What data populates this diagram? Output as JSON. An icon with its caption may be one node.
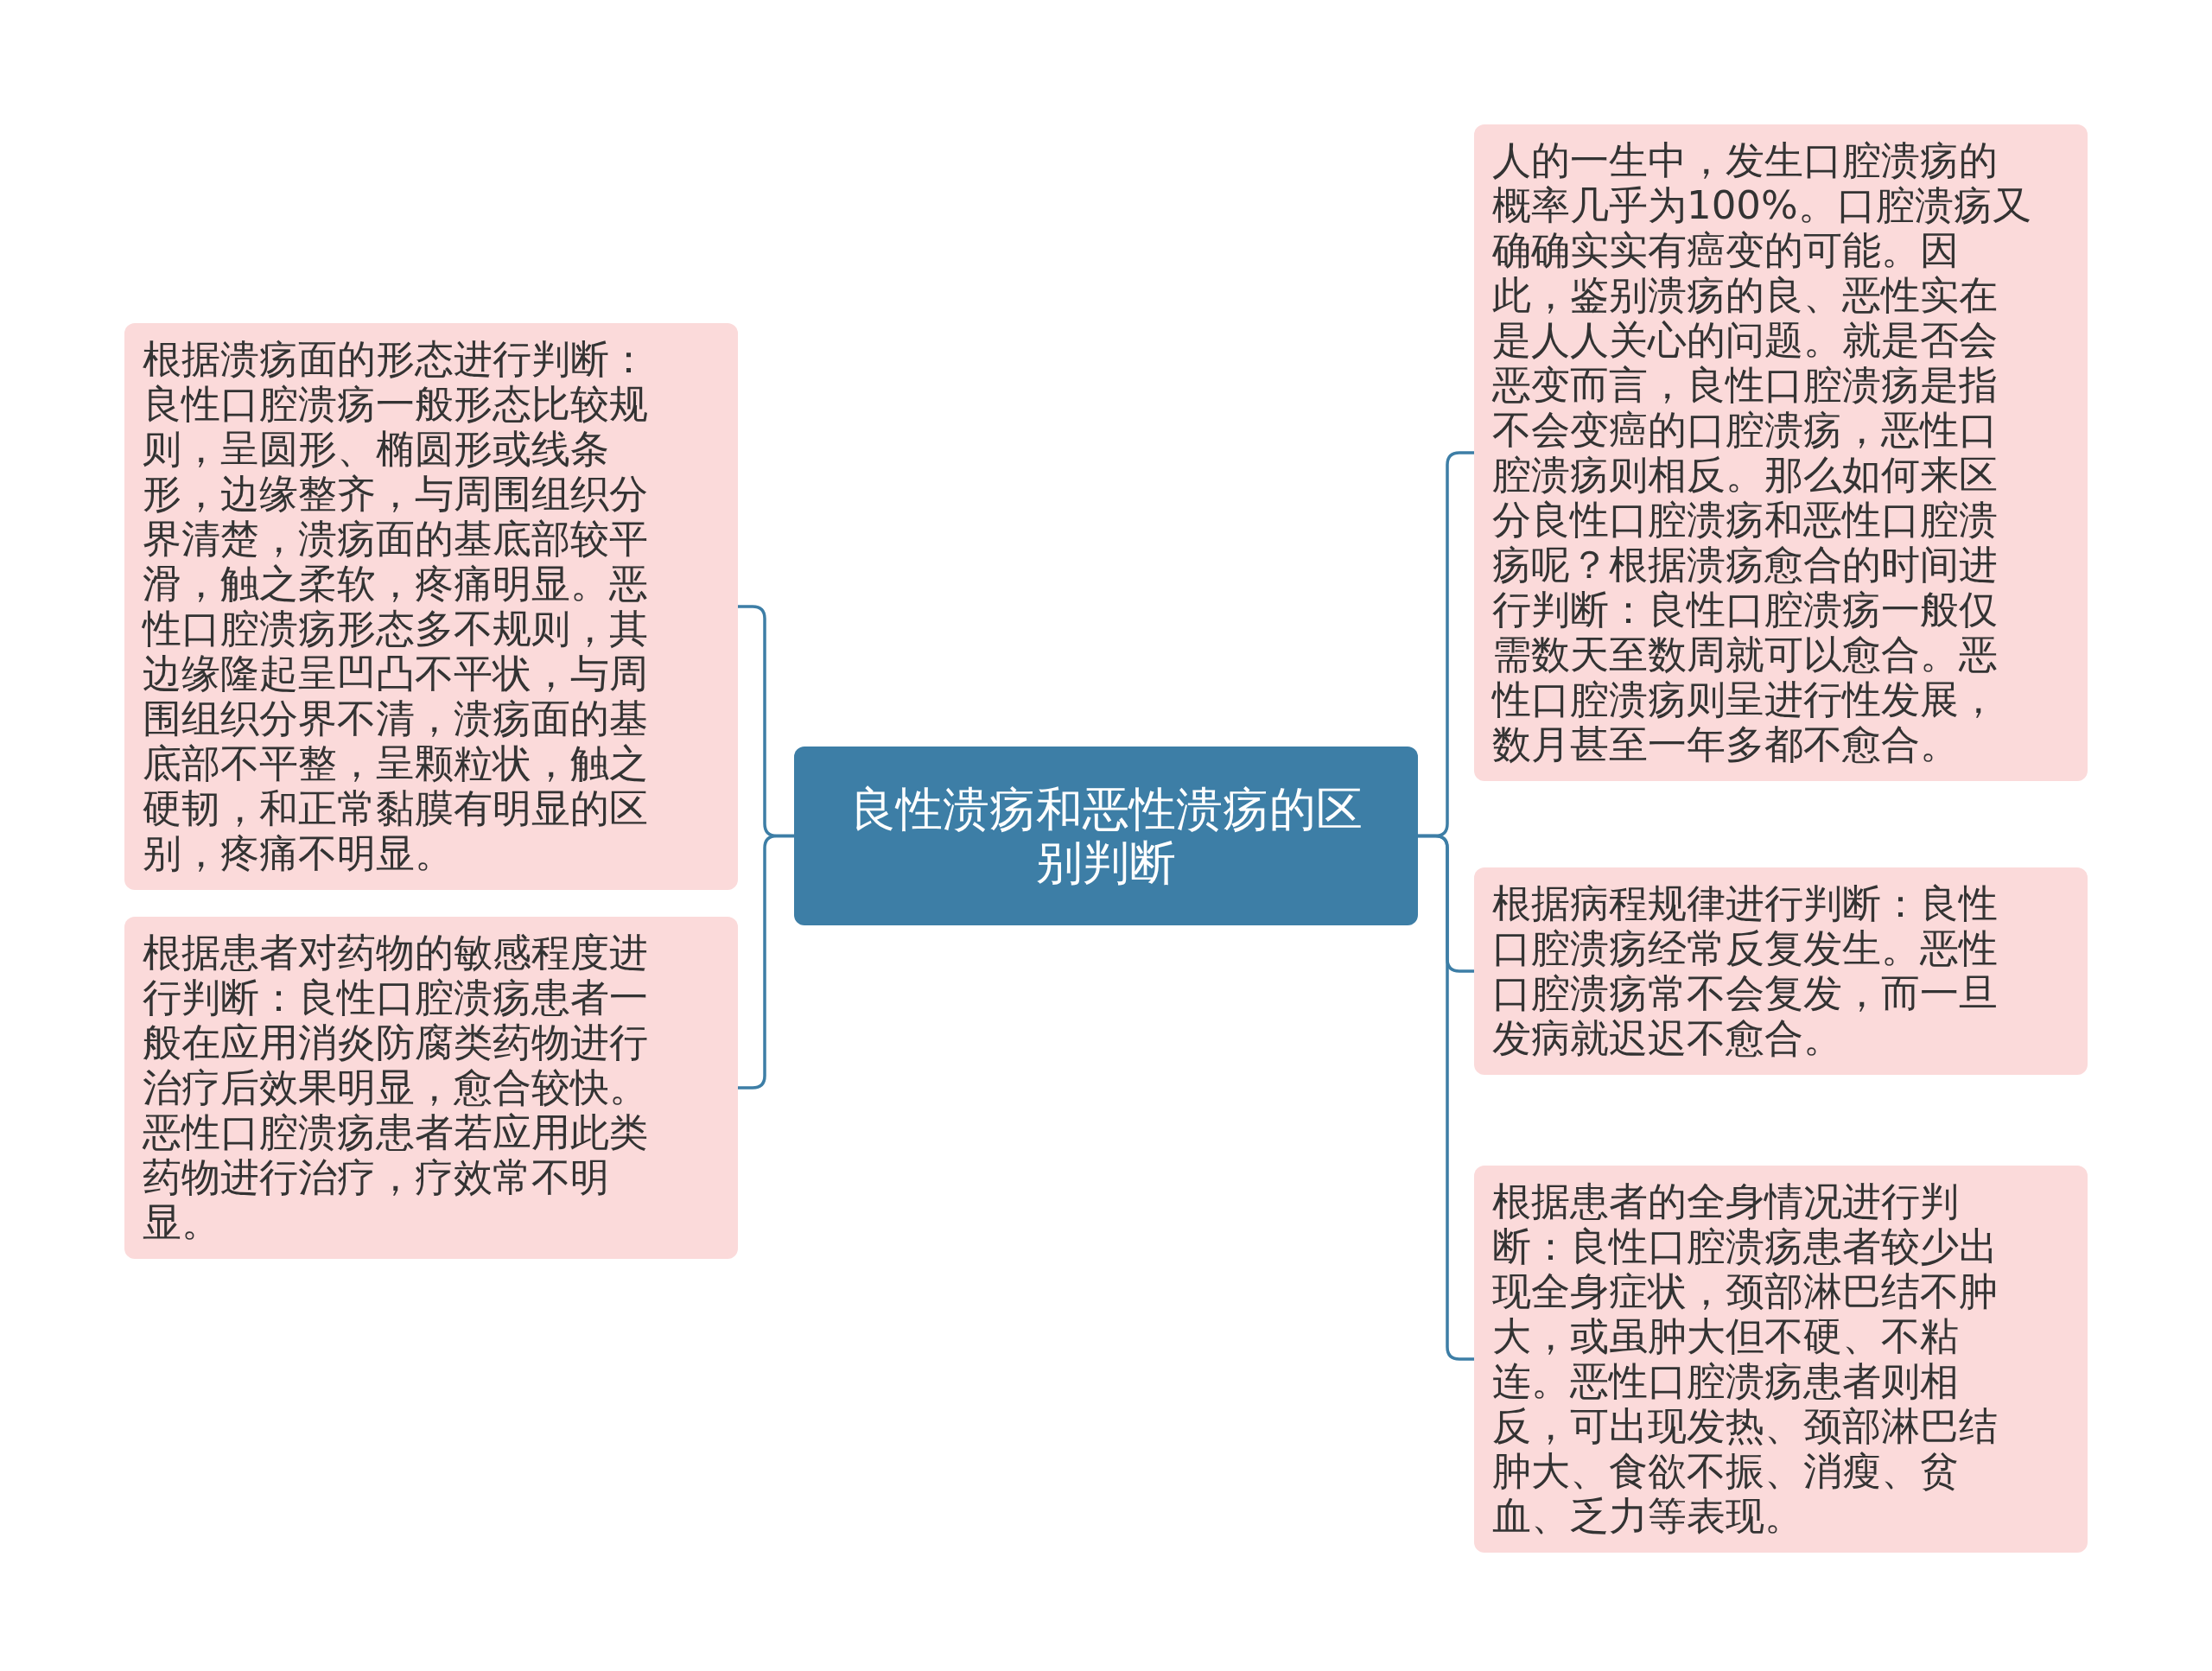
{
  "diagram": {
    "nodes": [
      {
        "text": [
          "良性溃疡和恶性溃疡的区别判断"
        ]
      },
      {
        "text": [
          "根据溃疡面的形态进行判断：良性口腔溃疡一般形态比较规则，呈圆形、椭圆形或线条形，边缘整齐，与周围组织分界清楚，溃疡面的基底部较平滑，触之柔软，疼痛明显。恶性口腔溃疡形态多不规则，其边缘隆起呈凹凸不平状，与周围组织分界不清，溃疡面的基底部不平整，呈颗粒状，触之硬韧，和正常黏膜有明显的区别，疼痛不明显。"
        ]
      },
      {
        "text": [
          "根据患者对药物的敏感程度进行判断：良性口腔溃疡患者一般在应用消炎防腐类药物进行治疗后效果明显，愈合较快。恶性口腔溃疡患者若应用此类药物进行治疗，疗效常不明显。"
        ]
      },
      {
        "text": [
          "人的一生中，发生口腔溃疡的概率几乎为100%。口腔溃疡又确确实实有癌变的可能。因此，鉴别溃疡的良、恶性实在是人人关心的问题。就是否会恶变而言，良性口腔溃疡是指不会变癌的口腔溃疡，恶性口腔溃疡则相反。那么如何来区分良性口腔溃疡和恶性口腔溃疡呢？根据溃疡愈合的时间进行判断：良性口腔溃疡一般仅需数天至数周就可以愈合。恶性口腔溃疡则呈进行性发展，数月甚至一年多都不愈合。"
        ]
      },
      {
        "text": [
          "根据病程规律进行判断：良性口腔溃疡经常反复发生。恶性口腔溃疡常不会复发，而一旦发病就迟迟不愈合。"
        ]
      },
      {
        "text": [
          "根据患者的全身情况进行判断：良性口腔溃疡患者较少出现全身症状，颈部淋巴结不肿大，或虽肿大但不硬、不粘连。恶性口腔溃疡患者则相反，可出现发热、颈部淋巴结肿大、食欲不振、消瘦、贫血、乏力等表现。"
        ]
      }
    ],
    "edges": [
      {
        "from": 0,
        "to": 1,
        "arrow": "none"
      },
      {
        "from": 0,
        "to": 2,
        "arrow": "none"
      },
      {
        "from": 0,
        "to": 3,
        "arrow": "none"
      },
      {
        "from": 0,
        "to": 4,
        "arrow": "none"
      },
      {
        "from": 0,
        "to": 5,
        "arrow": "none"
      }
    ]
  }
}
